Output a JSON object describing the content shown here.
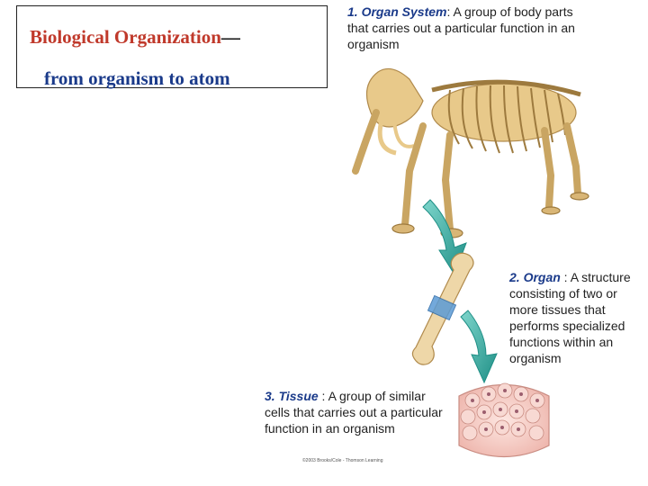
{
  "header": {
    "title_line1": "Biological Organization",
    "title_dash": "—",
    "title_line2": "from organism to atom"
  },
  "levels": [
    {
      "term": "1. Organ System",
      "separator": ":",
      "description": " A group of body parts that carries out a particular function in an organism"
    },
    {
      "term": "2. Organ",
      "separator": " :",
      "description": " A structure consisting of two or more tissues that performs specialized functions within an organism"
    },
    {
      "term": "3. Tissue",
      "separator": " :",
      "description": " A group of similar cells that carries out a particular function in an organism"
    }
  ],
  "footer": {
    "copyright": "©2003 Brooks/Cole - Thomson Learning"
  },
  "colors": {
    "title_red": "#c0392b",
    "title_blue": "#1a3a8a",
    "bone": "#e8c98a",
    "arrow": "#2aa39a",
    "tissue_pink": "#f2c7c0"
  },
  "icons": [
    "skeleton-illustration",
    "bone-illustration",
    "tissue-illustration",
    "arrow-icon"
  ]
}
